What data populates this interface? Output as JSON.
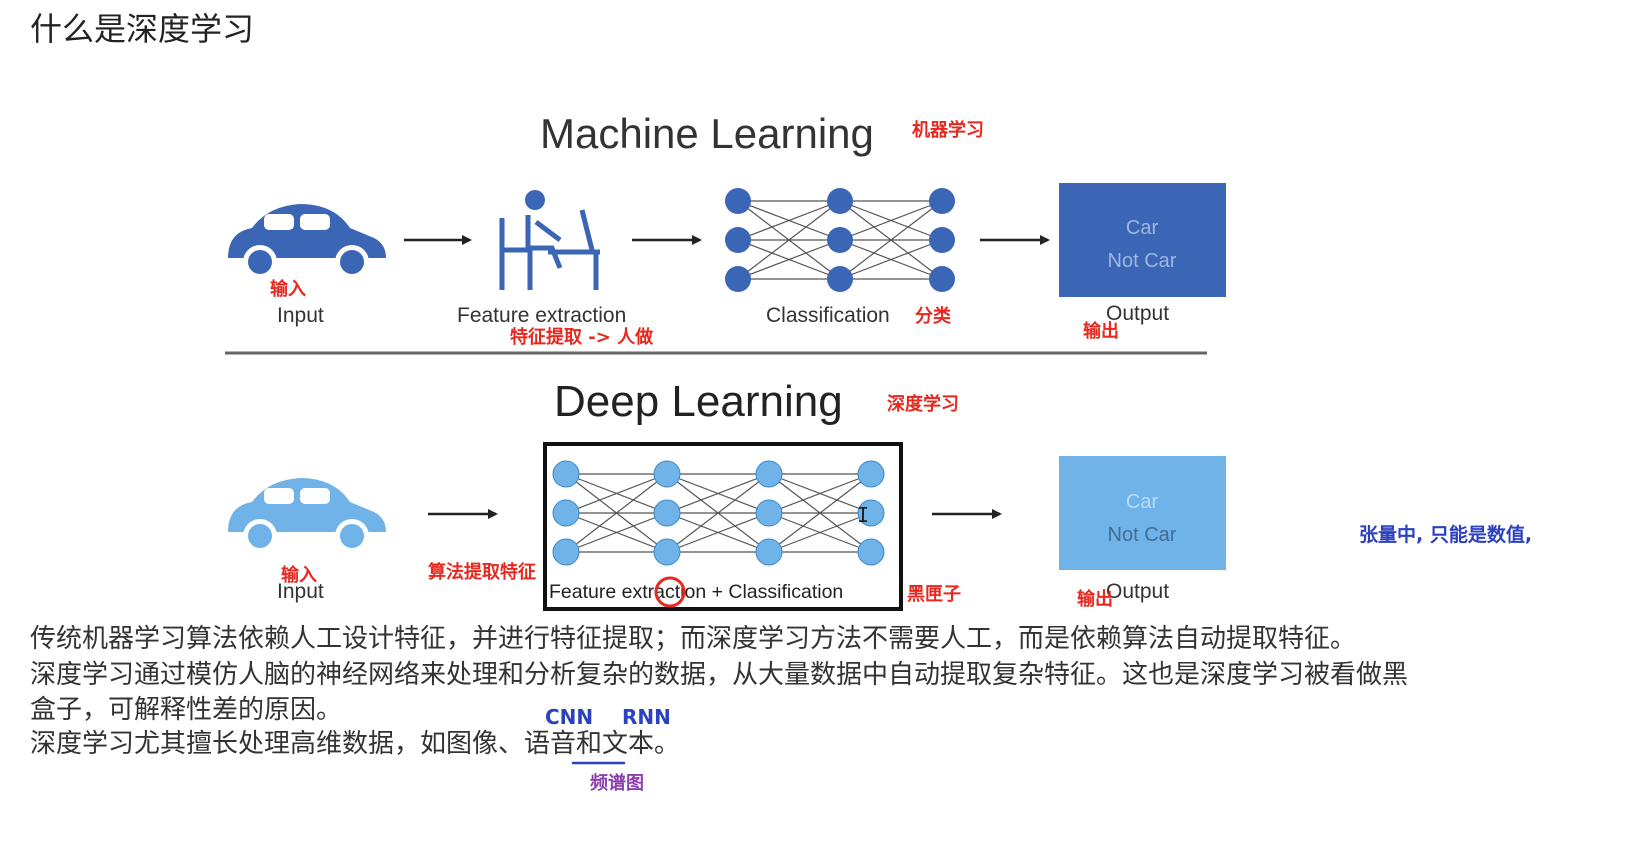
{
  "page": {
    "title": "什么是深度学习"
  },
  "machine_learning": {
    "title": "Machine Learning",
    "title_cn": "机器学习",
    "input_label": "Input",
    "input_cn": "输入",
    "feature_label": "Feature extraction",
    "feature_cn": "特征提取 -> 人做",
    "classification_label": "Classification",
    "classification_cn": "分类",
    "output_line1": "Car",
    "output_line2": "Not Car",
    "output_label": "Output",
    "output_cn": "输出"
  },
  "deep_learning": {
    "title": "Deep Learning",
    "title_cn": "深度学习",
    "input_label": "Input",
    "input_cn": "输入",
    "algo_cn": "算法提取特征",
    "box_label": "Feature extraction + Classification",
    "blackbox_cn": "黑匣子",
    "output_line1": "Car",
    "output_line2": "Not Car",
    "output_label": "Output",
    "output_cn": "输出",
    "tensor_note": "张量中, 只能是数值,"
  },
  "paragraphs": [
    "传统机器学习算法依赖人工设计特征，并进行特征提取；而深度学习方法不需要人工，而是依赖算法自动提取特征。",
    "深度学习通过模仿人脑的神经网络来处理和分析复杂的数据，从大量数据中自动提取复杂特征。这也是深度学习被看做黑",
    "盒子，可解释性差的原因。",
    "深度学习尤其擅长处理高维数据，如图像、语音和文本。"
  ],
  "annotations": {
    "cnn": "CNN",
    "rnn": "RNN",
    "spectrogram": "频谱图"
  },
  "colors": {
    "ml_blue": "#3a66b5",
    "dl_blue": "#6fb3e8",
    "annotation_red": "#e8281f",
    "annotation_blue": "#2b41c0",
    "annotation_purple": "#8d3fb0",
    "text_dark": "#333333"
  }
}
